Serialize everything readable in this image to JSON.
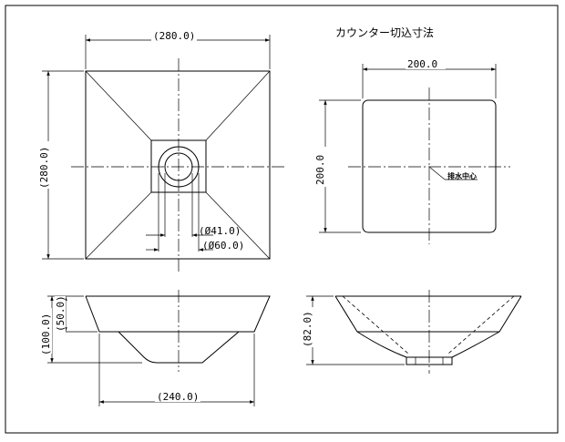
{
  "title": "カウンター切込寸法",
  "note": "排水中心",
  "dimensions": {
    "top_width": "(280.0)",
    "top_height": "(280.0)",
    "cut_width": "200.0",
    "cut_height": "200.0",
    "hole_inner": "(Ø41.0)",
    "hole_outer": "(Ø60.0)",
    "side_depth_total": "(100.0)",
    "side_depth_upper": "(50.0)",
    "side_bottom_width": "(240.0)",
    "section_depth": "(82.0)"
  }
}
